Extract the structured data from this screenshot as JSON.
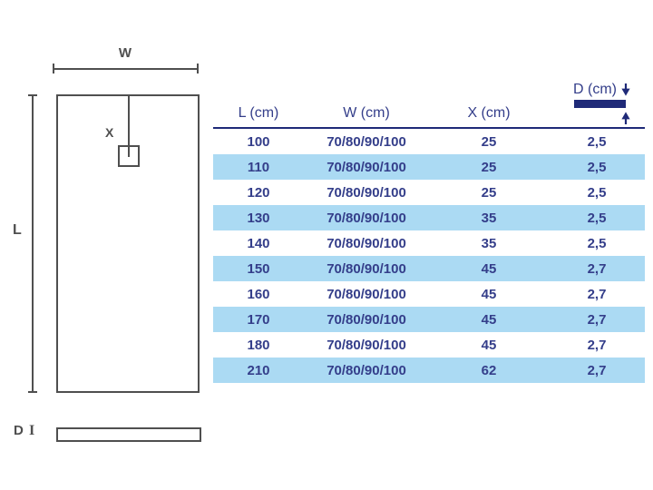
{
  "diagram": {
    "top_view": {
      "width_label": "W",
      "length_label": "L",
      "drain_offset_label": "X"
    },
    "side_view": {
      "depth_label": "D",
      "depth_tick_glyph": "I"
    }
  },
  "table": {
    "columns": [
      "L (cm)",
      "W (cm)",
      "X (cm)",
      "D (cm)"
    ],
    "rows": [
      [
        "100",
        "70/80/90/100",
        "25",
        "2,5"
      ],
      [
        "110",
        "70/80/90/100",
        "25",
        "2,5"
      ],
      [
        "120",
        "70/80/90/100",
        "25",
        "2,5"
      ],
      [
        "130",
        "70/80/90/100",
        "35",
        "2,5"
      ],
      [
        "140",
        "70/80/90/100",
        "35",
        "2,5"
      ],
      [
        "150",
        "70/80/90/100",
        "45",
        "2,7"
      ],
      [
        "160",
        "70/80/90/100",
        "45",
        "2,7"
      ],
      [
        "170",
        "70/80/90/100",
        "45",
        "2,7"
      ],
      [
        "180",
        "70/80/90/100",
        "45",
        "2,7"
      ],
      [
        "210",
        "70/80/90/100",
        "62",
        "2,7"
      ]
    ]
  },
  "colors": {
    "text_navy": "#343e8a",
    "bar_navy": "#1f2a78",
    "row_highlight": "#abdaf3",
    "diagram_gray": "#4f4f4f"
  }
}
